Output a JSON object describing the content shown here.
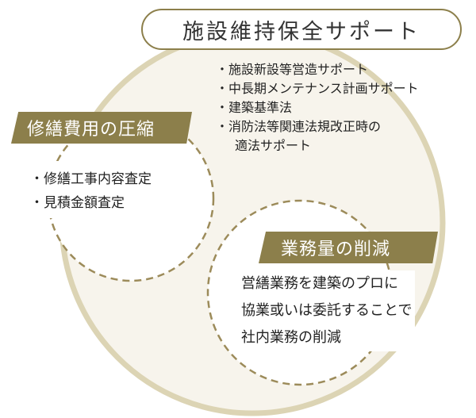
{
  "title": "施設維持保全サポート",
  "top_list": {
    "items": [
      "・施設新設等営造サポート",
      "・中長期メンテナンス計画サポート",
      "・建築基準法",
      "・消防法等関連法規改正時の"
    ],
    "continuation": "適法サポート"
  },
  "left_section": {
    "heading": "修繕費用の圧縮",
    "items": [
      "・修繕工事内容査定",
      "・見積金額査定"
    ]
  },
  "right_section": {
    "heading": "業務量の削減",
    "lines": [
      "営繕業務を建築のプロに",
      "協業或いは委託することで",
      "社内業務の削減"
    ]
  },
  "colors": {
    "gold": "#8c7f4b",
    "circle_fill": "#f7f4ec",
    "circle_outline": "#dcd4b4",
    "dash": "#9c8b5a"
  }
}
